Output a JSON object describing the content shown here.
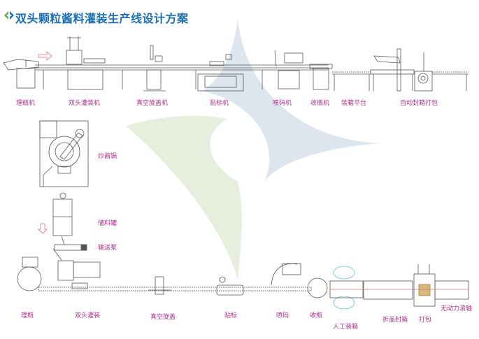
{
  "header": {
    "title": "双头颗粒酱料灌装生产线设计方案",
    "logo_icon": "logo-arrows-icon"
  },
  "colors": {
    "title": "#1a6fb5",
    "label": "#b0308a",
    "watermark_blue": "#dde6ef",
    "watermark_green": "#e6efde",
    "line": "#555555",
    "arrow": "#e07070"
  },
  "top_line": {
    "labels": [
      "理瓶机",
      "双头灌装机",
      "真空旋盖机",
      "贴标机",
      "喷码机",
      "收瓶机",
      "装箱平台",
      "自动封箱打包"
    ]
  },
  "side_equipment": {
    "labels": [
      "炒酱锅",
      "储料罐",
      "输送泵"
    ]
  },
  "bottom_line": {
    "labels": [
      "理瓶",
      "双头灌装",
      "真空旋盖",
      "贴标",
      "喷码",
      "收瓶",
      "人工装箱",
      "折盖封箱",
      "打包",
      "无动力滚轴"
    ]
  }
}
